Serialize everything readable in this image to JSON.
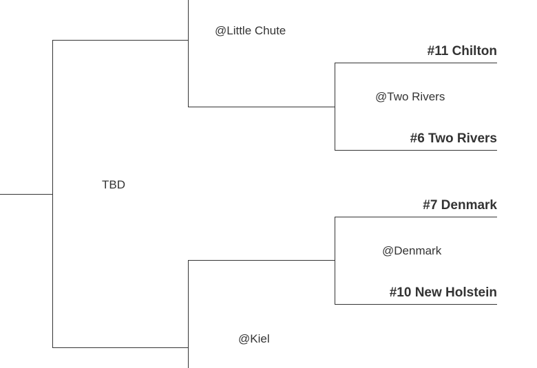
{
  "bracket": {
    "final": {
      "venue": "TBD"
    },
    "semifinals": [
      {
        "venue": "@Little Chute"
      },
      {
        "venue": "@Kiel"
      }
    ],
    "quarterfinals": [
      {
        "venue": "@Two Rivers",
        "teams": [
          "#11 Chilton",
          "#6 Two Rivers"
        ]
      },
      {
        "venue": "@Denmark",
        "teams": [
          "#7 Denmark",
          "#10 New Holstein"
        ]
      }
    ]
  }
}
